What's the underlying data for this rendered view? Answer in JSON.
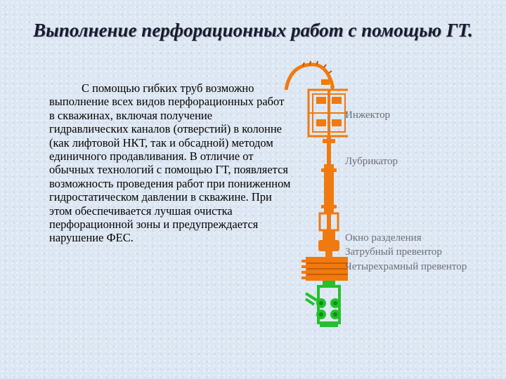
{
  "slide": {
    "title": "Выполнение перфорационных работ с помощью ГТ.",
    "body": "С помощью гибких труб возможно выполнение всех видов перфорационных работ в скважинах, включая получение гидравлических каналов (отверстий) в колонне (как лифтовой НКТ, так и обсадной) методом единичного продавливания. В отличие от обычных технологий с помощью ГТ, появляется возможность проведения работ при пониженном гидростатическом давлении в скважине. При этом обеспечивается лучшая очистка перфорационной зоны и предупреждается нарушение ФЕС."
  },
  "diagram": {
    "labels": {
      "injector": "Инжектор",
      "lubricator": "Лубрикатор",
      "window": "Окно разделения",
      "annular_preventer": "Затрубный превентор",
      "quad_preventer": "Четырехрамный превентор"
    },
    "colors": {
      "equipment": "#f07a10",
      "equipment_dark": "#b85400",
      "wellhead": "#22c22a",
      "label": "#6e6e7a"
    },
    "icons": [
      "coiled-tubing-guide-arch-icon",
      "injector-head-icon",
      "wellhead-valve-icon"
    ]
  }
}
